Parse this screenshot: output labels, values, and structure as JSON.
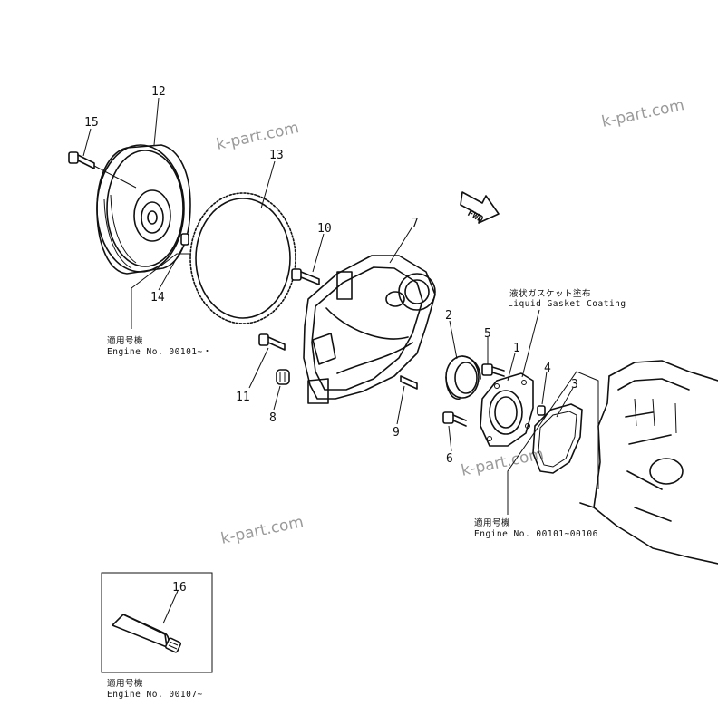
{
  "watermark": "k-part.com",
  "part_numbers": {
    "p1": "1",
    "p2": "2",
    "p3": "3",
    "p4": "4",
    "p5": "5",
    "p6": "6",
    "p7": "7",
    "p8": "8",
    "p9": "9",
    "p10": "10",
    "p11": "11",
    "p12": "12",
    "p13": "13",
    "p14": "14",
    "p15": "15",
    "p16": "16"
  },
  "direction_label": "FWD",
  "notes": {
    "liquid_gasket_jp": "液状ガスケット塗布",
    "liquid_gasket_en": "Liquid Gasket Coating",
    "serial_jp": "適用号機",
    "engine_a": "Engine No. 00101~・",
    "engine_b": "Engine No. 00101~00106",
    "engine_c": "Engine No. 00107~"
  }
}
